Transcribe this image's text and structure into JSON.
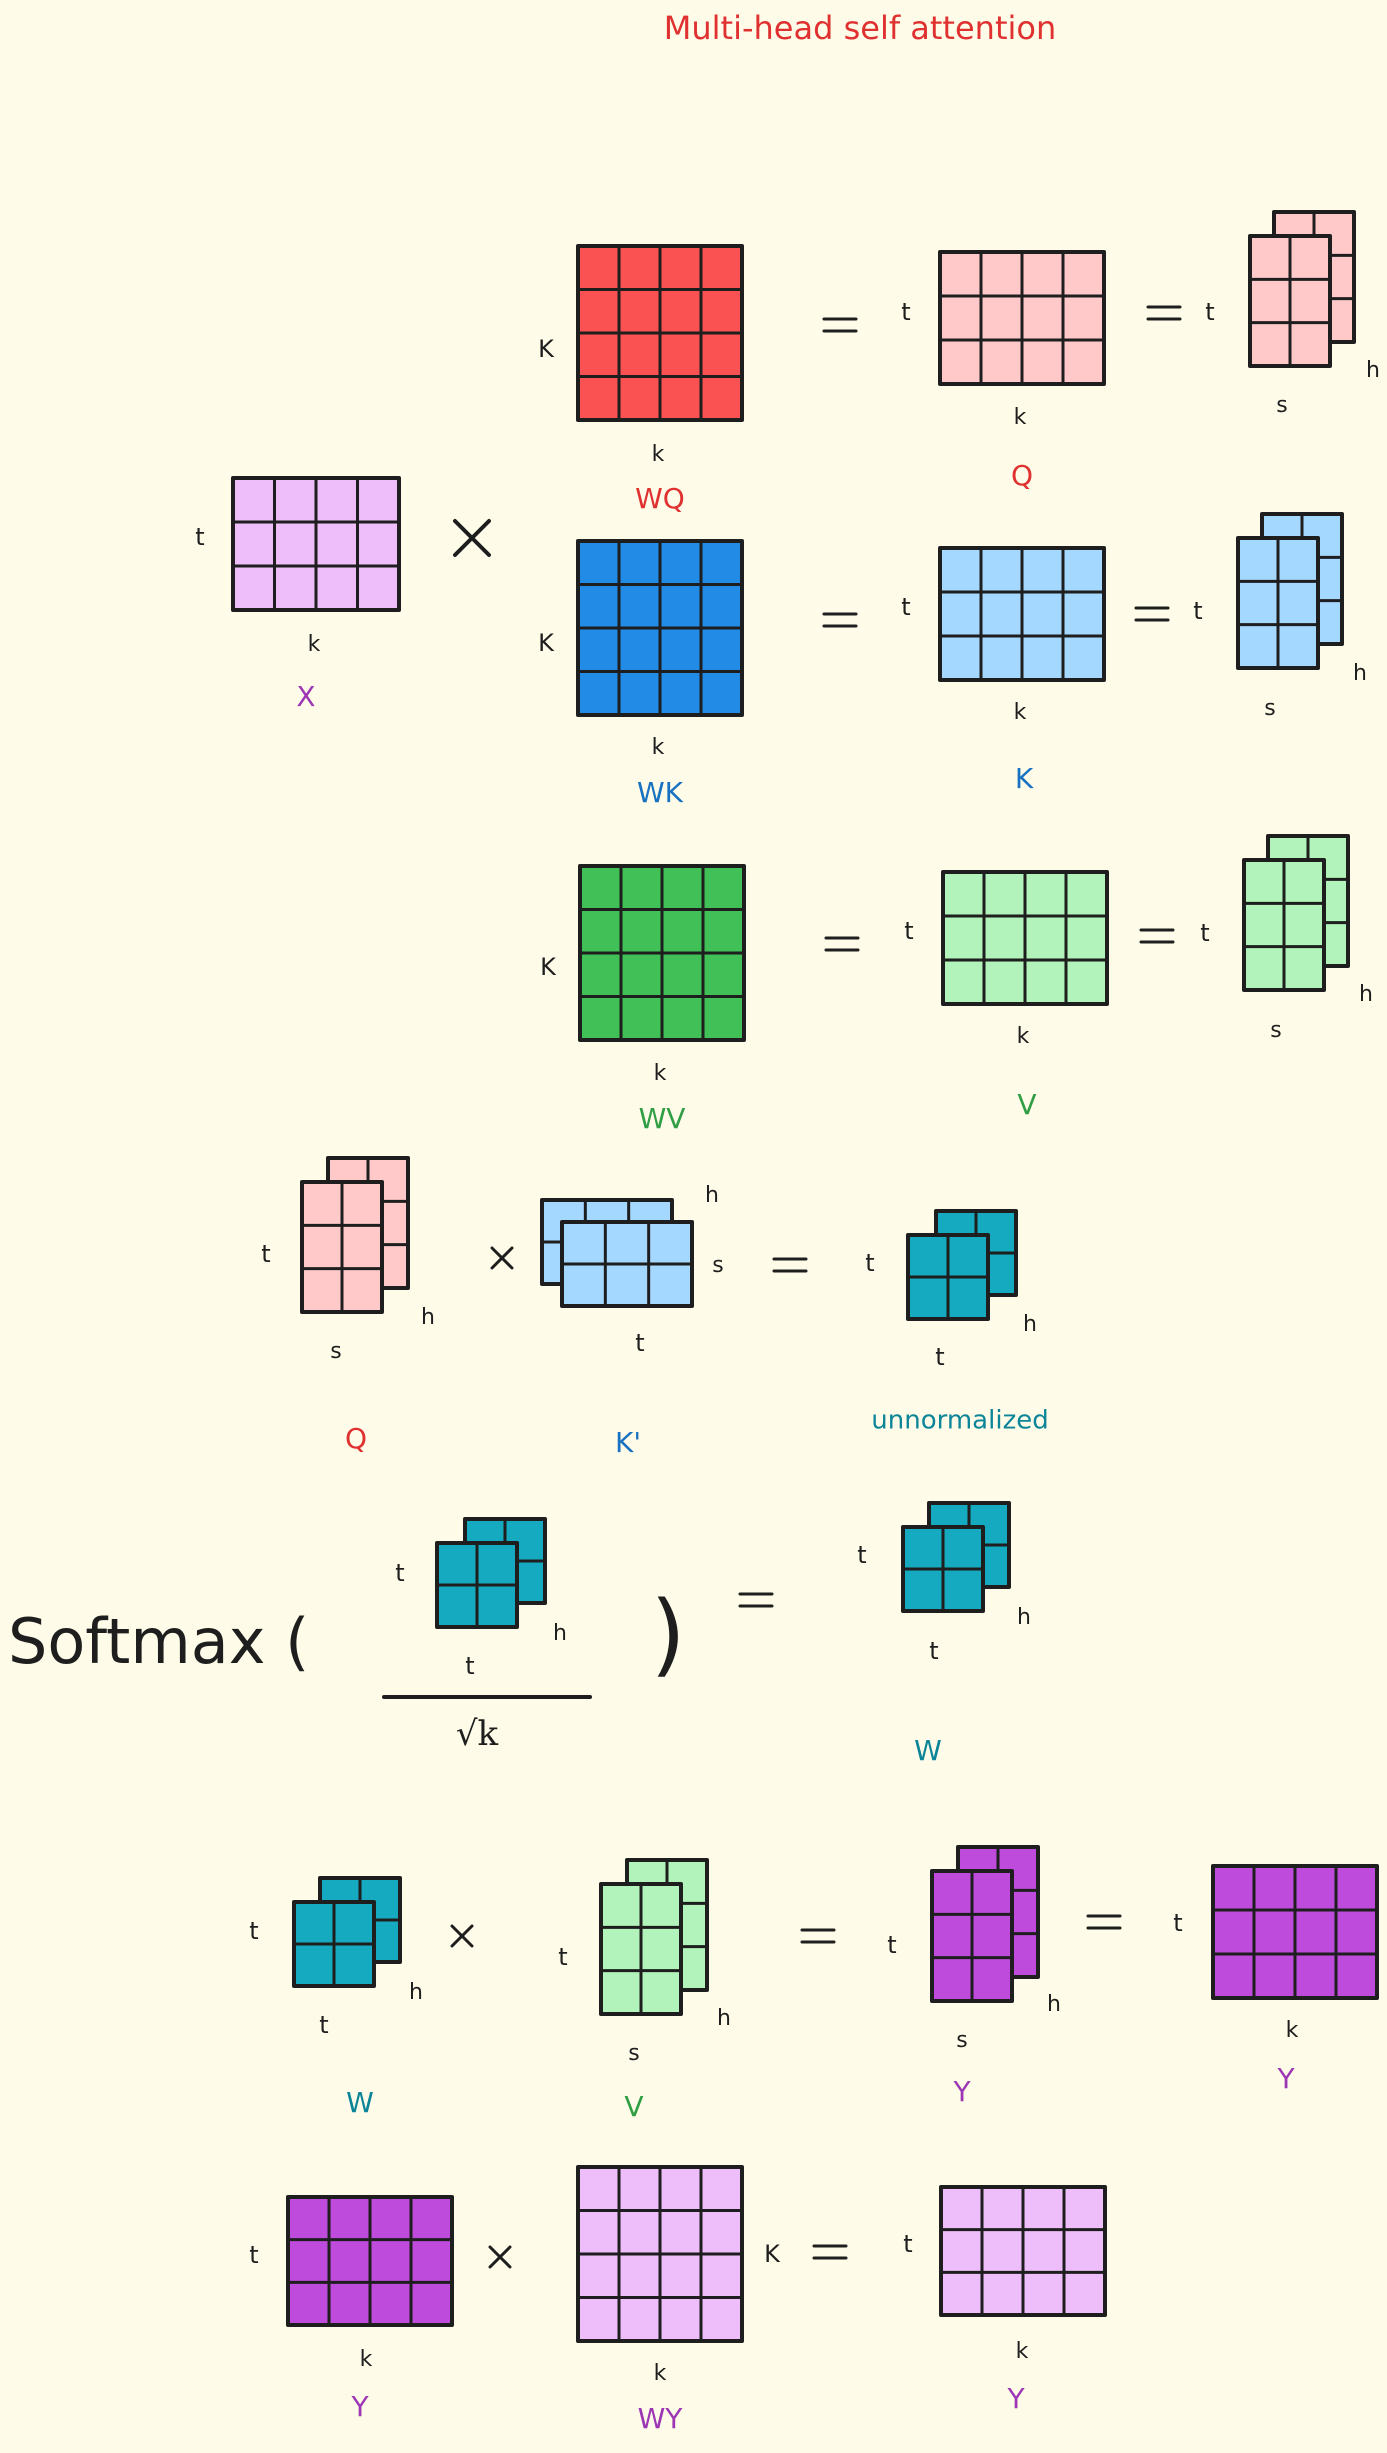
{
  "title": "Multi-head self attention",
  "colors": {
    "background": "#fefce8",
    "title": "#e03131",
    "x_fill": "#eebefa",
    "x_label": "#9c36b5",
    "wq_fill": "#fa5252",
    "q_fill": "#ffc9c9",
    "q_label": "#e03131",
    "wk_fill": "#228be6",
    "k_fill": "#a5d8ff",
    "k_label": "#1971c2",
    "wv_fill": "#40c057",
    "v_fill": "#b2f2bb",
    "v_label": "#2f9e44",
    "w_fill": "#15aabf",
    "w_label": "#0c8599",
    "y_fill": "#be4bdb",
    "y_label": "#9c36b5",
    "wy_fill": "#eebefa",
    "stroke": "#1e1e1e"
  },
  "dims": {
    "t": "t",
    "k": "k",
    "K": "K",
    "s": "s",
    "h": "h"
  },
  "labels": {
    "x": "X",
    "wq": "WQ",
    "wk": "WK",
    "wv": "WV",
    "q": "Q",
    "k": "K",
    "v": "V",
    "k_prime": "K'",
    "unnormalized": "unnormalized",
    "w": "W",
    "y": "Y",
    "wy": "WY"
  },
  "operators": {
    "times": "×",
    "equals": "="
  },
  "softmax": {
    "label": "Softmax (",
    "close": ")",
    "sqrt_k": "√k"
  }
}
